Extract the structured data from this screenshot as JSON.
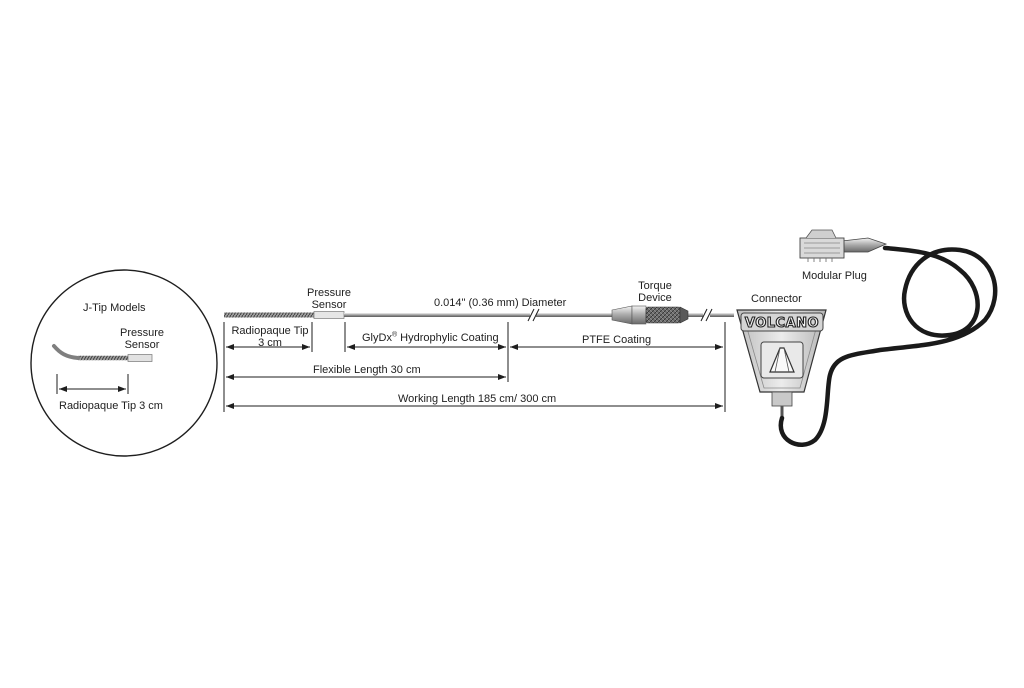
{
  "inset": {
    "title": "J-Tip Models",
    "sensor_label_line1": "Pressure",
    "sensor_label_line2": "Sensor",
    "tip_label": "Radiopaque Tip 3 cm"
  },
  "labels": {
    "pressure_sensor_line1": "Pressure",
    "pressure_sensor_line2": "Sensor",
    "diameter": "0.014\" (0.36 mm) Diameter",
    "torque_line1": "Torque",
    "torque_line2": "Device",
    "connector": "Connector",
    "modular_plug": "Modular Plug",
    "radiopaque_line1": "Radiopaque Tip",
    "radiopaque_line2": "3 cm",
    "glydx_prefix": "GlyDx",
    "glydx_reg": "®",
    "glydx_suffix": " Hydrophylic Coating",
    "ptfe": "PTFE Coating",
    "flexible_length": "Flexible Length 30 cm",
    "working_length": "Working Length 185 cm/ 300 cm"
  },
  "connector_logo": "VOLCANO",
  "colors": {
    "line": "#1e1e1e",
    "wire_light": "#cfcfcf",
    "wire_dark": "#7a7a7a",
    "connector_body": "#d8d8d8",
    "cable": "#1a1a1a"
  }
}
